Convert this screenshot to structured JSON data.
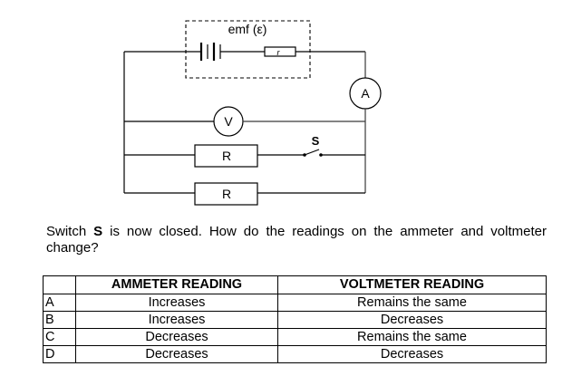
{
  "circuit": {
    "emf_label": "emf (ε)",
    "internal_resistor_label": "r",
    "ammeter_label": "A",
    "voltmeter_label": "V",
    "switch_label": "S",
    "resistor_top_label": "R",
    "resistor_bottom_label": "R"
  },
  "question": {
    "prefix": "Switch ",
    "bold": "S",
    "suffix": " is now closed. How do the readings on the ammeter and voltmeter change?"
  },
  "table": {
    "headers": [
      "",
      "AMMETER READING",
      "VOLTMETER READING"
    ],
    "rows": [
      {
        "option": "A",
        "ammeter": "Increases",
        "voltmeter": "Remains the same"
      },
      {
        "option": "B",
        "ammeter": "Increases",
        "voltmeter": "Decreases"
      },
      {
        "option": "C",
        "ammeter": "Decreases",
        "voltmeter": "Remains the same"
      },
      {
        "option": "D",
        "ammeter": "Decreases",
        "voltmeter": "Decreases"
      }
    ]
  }
}
